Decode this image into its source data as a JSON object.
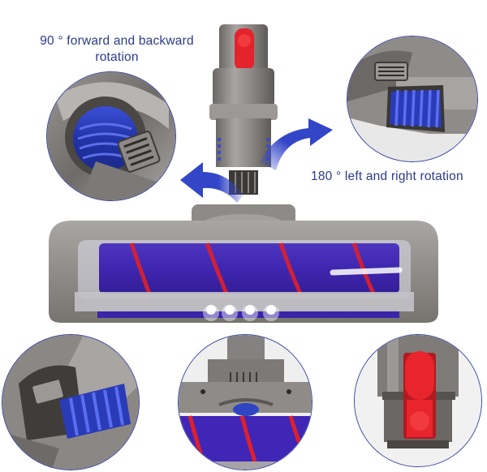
{
  "captions": {
    "forward_backward": "90 ° forward and backward rotation",
    "left_right": "180 ° left and right rotation"
  },
  "product": {
    "name": "motorized soft roller cleaner head",
    "main_view": "front view with transparent cover, blue soft roller with red spiral stripes, 4 LED lights",
    "detail_views": [
      {
        "position": "top-left",
        "label": "swivel joint with blue hose (side)"
      },
      {
        "position": "top-right",
        "label": "swivel joint with blue hose (angled)"
      },
      {
        "position": "bottom-left",
        "label": "neck joint close-up"
      },
      {
        "position": "bottom-center",
        "label": "roller and neck top view"
      },
      {
        "position": "bottom-right",
        "label": "red release latch on connector"
      }
    ],
    "led_count": 4
  },
  "colors": {
    "caption_text": "#2b3a8c",
    "arrow_blue": "#3346c8",
    "roller_blue": "#4a2fb8",
    "stripe_red": "#e0202a",
    "body_gray": "#8e8a86",
    "latch_red": "#e8242c",
    "circle_border": "#3a45a0"
  }
}
